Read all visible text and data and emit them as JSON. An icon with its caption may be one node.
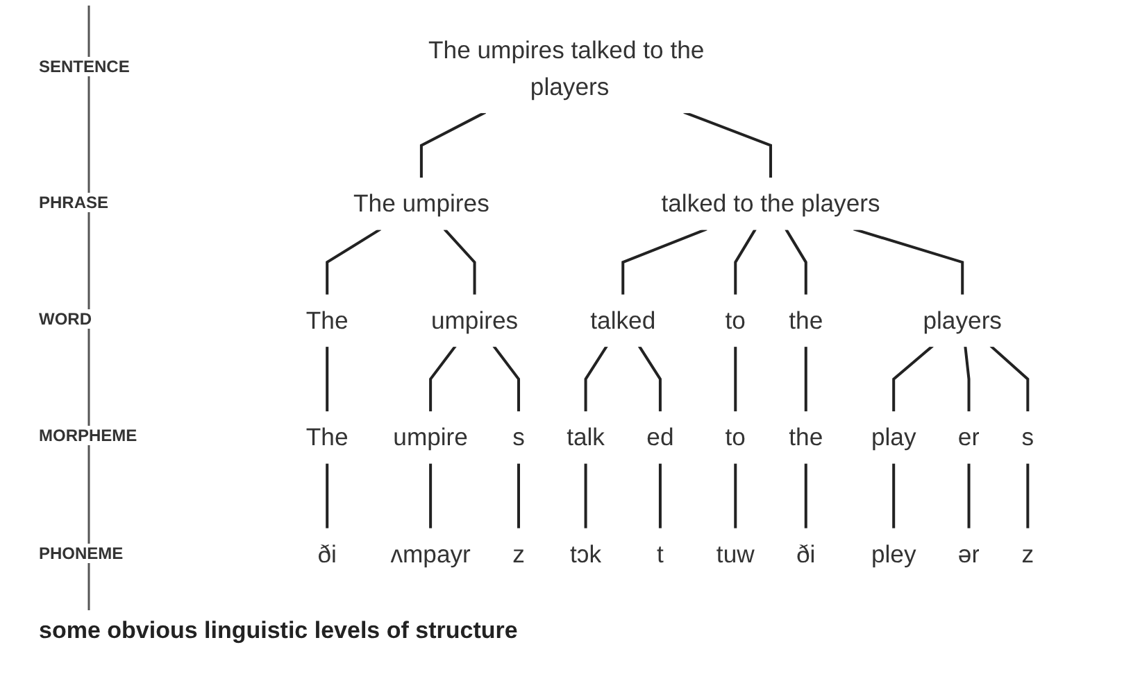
{
  "diagram": {
    "caption": "some obvious linguistic levels of structure",
    "nodes": [
      {
        "text": [
          "The umpires talked to the players"
        ]
      },
      {
        "text": [
          "The umpires"
        ]
      },
      {
        "text": [
          "talked to the players"
        ]
      },
      {
        "text": [
          "The"
        ]
      },
      {
        "text": [
          "umpires"
        ]
      },
      {
        "text": [
          "talked"
        ]
      },
      {
        "text": [
          "to"
        ]
      },
      {
        "text": [
          "the"
        ]
      },
      {
        "text": [
          "players"
        ]
      },
      {
        "text": [
          "The"
        ]
      },
      {
        "text": [
          "umpire"
        ]
      },
      {
        "text": [
          "s"
        ]
      },
      {
        "text": [
          "talk"
        ]
      },
      {
        "text": [
          "ed"
        ]
      },
      {
        "text": [
          "to"
        ]
      },
      {
        "text": [
          "the"
        ]
      },
      {
        "text": [
          "play"
        ]
      },
      {
        "text": [
          "er"
        ]
      },
      {
        "text": [
          "s"
        ]
      },
      {
        "text": [
          "ði"
        ]
      },
      {
        "text": [
          "ʌmpayr"
        ]
      },
      {
        "text": [
          "z"
        ]
      },
      {
        "text": [
          "tɔk"
        ]
      },
      {
        "text": [
          "t"
        ]
      },
      {
        "text": [
          "tuw"
        ]
      },
      {
        "text": [
          "ði"
        ]
      },
      {
        "text": [
          "pley"
        ]
      },
      {
        "text": [
          "ər"
        ]
      },
      {
        "text": [
          "z"
        ]
      }
    ],
    "edges": [
      {
        "from": 0,
        "to": 1,
        "arrow": "none"
      },
      {
        "from": 0,
        "to": 2,
        "arrow": "none"
      },
      {
        "from": 1,
        "to": 3,
        "arrow": "none"
      },
      {
        "from": 1,
        "to": 4,
        "arrow": "none"
      },
      {
        "from": 2,
        "to": 5,
        "arrow": "none"
      },
      {
        "from": 2,
        "to": 6,
        "arrow": "none"
      },
      {
        "from": 2,
        "to": 7,
        "arrow": "none"
      },
      {
        "from": 2,
        "to": 8,
        "arrow": "none"
      },
      {
        "from": 3,
        "to": 9,
        "arrow": "none"
      },
      {
        "from": 4,
        "to": 10,
        "arrow": "none"
      },
      {
        "from": 4,
        "to": 11,
        "arrow": "none"
      },
      {
        "from": 5,
        "to": 12,
        "arrow": "none"
      },
      {
        "from": 5,
        "to": 13,
        "arrow": "none"
      },
      {
        "from": 6,
        "to": 14,
        "arrow": "none"
      },
      {
        "from": 7,
        "to": 15,
        "arrow": "none"
      },
      {
        "from": 8,
        "to": 16,
        "arrow": "none"
      },
      {
        "from": 8,
        "to": 17,
        "arrow": "none"
      },
      {
        "from": 8,
        "to": 18,
        "arrow": "none"
      },
      {
        "from": 9,
        "to": 19,
        "arrow": "none"
      },
      {
        "from": 10,
        "to": 20,
        "arrow": "none"
      },
      {
        "from": 11,
        "to": 21,
        "arrow": "none"
      },
      {
        "from": 12,
        "to": 22,
        "arrow": "none"
      },
      {
        "from": 13,
        "to": 23,
        "arrow": "none"
      },
      {
        "from": 14,
        "to": 24,
        "arrow": "none"
      },
      {
        "from": 15,
        "to": 25,
        "arrow": "none"
      },
      {
        "from": 16,
        "to": 26,
        "arrow": "none"
      },
      {
        "from": 17,
        "to": 27,
        "arrow": "none"
      },
      {
        "from": 18,
        "to": 28,
        "arrow": "none"
      }
    ],
    "labels": [
      "SENTENCE",
      "PHRASE",
      "WORD",
      "MORPHEME",
      "PHONEME"
    ]
  }
}
